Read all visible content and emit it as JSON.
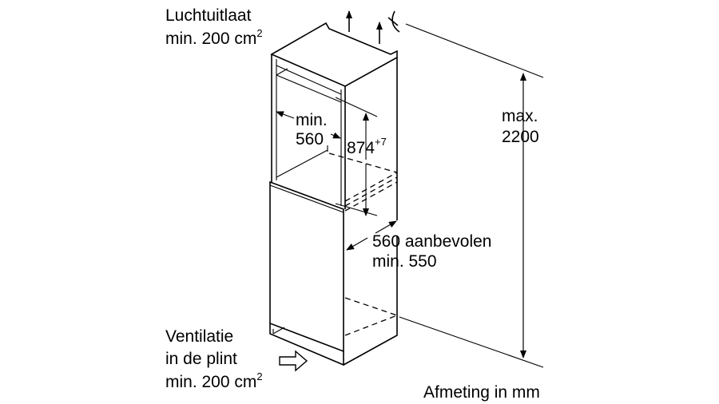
{
  "labels": {
    "air_outlet_title": "Luchtuitlaat",
    "air_outlet_min": "min. 200 cm",
    "air_outlet_sup": "2",
    "niche_width_min": "min.",
    "niche_width_value": "560",
    "niche_height_value": "874",
    "niche_height_tolerance": "+7",
    "max_height_label": "max.",
    "max_height_value": "2200",
    "depth_recommended": "560 aanbevolen",
    "depth_min": "min. 550",
    "ventilation_title": "Ventilatie",
    "ventilation_location": "in de plint",
    "ventilation_min": "min. 200 cm",
    "ventilation_sup": "2",
    "units_note": "Afmeting in mm"
  }
}
